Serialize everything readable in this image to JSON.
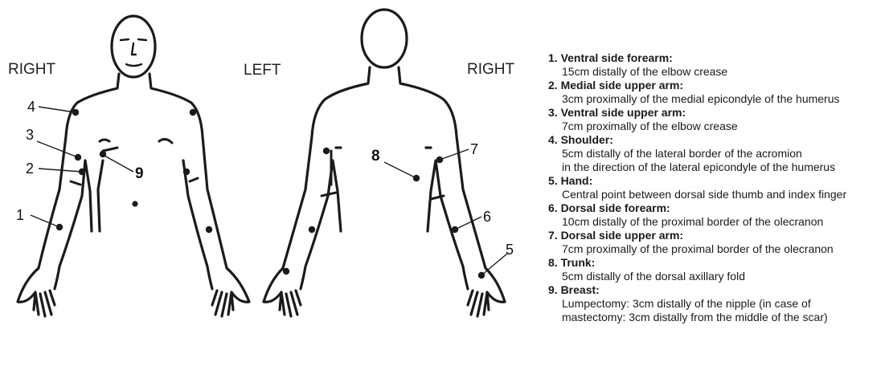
{
  "labels": {
    "front_right": "RIGHT",
    "front_left": "LEFT",
    "back_right": "RIGHT"
  },
  "markers": [
    "1",
    "2",
    "3",
    "4",
    "5",
    "6",
    "7",
    "8",
    "9"
  ],
  "legend": [
    {
      "title": "1. Ventral side forearm:",
      "lines": [
        "15cm distally of the elbow crease"
      ]
    },
    {
      "title": "2. Medial side upper arm:",
      "lines": [
        "3cm proximally of the medial epicondyle of the humerus"
      ]
    },
    {
      "title": "3. Ventral side upper arm:",
      "lines": [
        "7cm proximally of the elbow crease"
      ]
    },
    {
      "title": "4. Shoulder:",
      "lines": [
        "5cm distally of the lateral border of the acromion",
        "in the direction of the lateral epicondyle of the humerus"
      ]
    },
    {
      "title": "5. Hand:",
      "lines": [
        "Central point between dorsal side thumb and index finger"
      ]
    },
    {
      "title": "6. Dorsal side forearm:",
      "lines": [
        "10cm distally of the proximal border of the olecranon"
      ]
    },
    {
      "title": "7. Dorsal side upper arm:",
      "lines": [
        "7cm proximally of the proximal border of the olecranon"
      ]
    },
    {
      "title": "8. Trunk:",
      "lines": [
        "5cm distally of the dorsal axillary fold"
      ]
    },
    {
      "title": "9. Breast:",
      "lines": [
        "Lumpectomy: 3cm distally of the nipple (in case of",
        "mastectomy: 3cm distally from the middle of the scar)"
      ]
    }
  ]
}
